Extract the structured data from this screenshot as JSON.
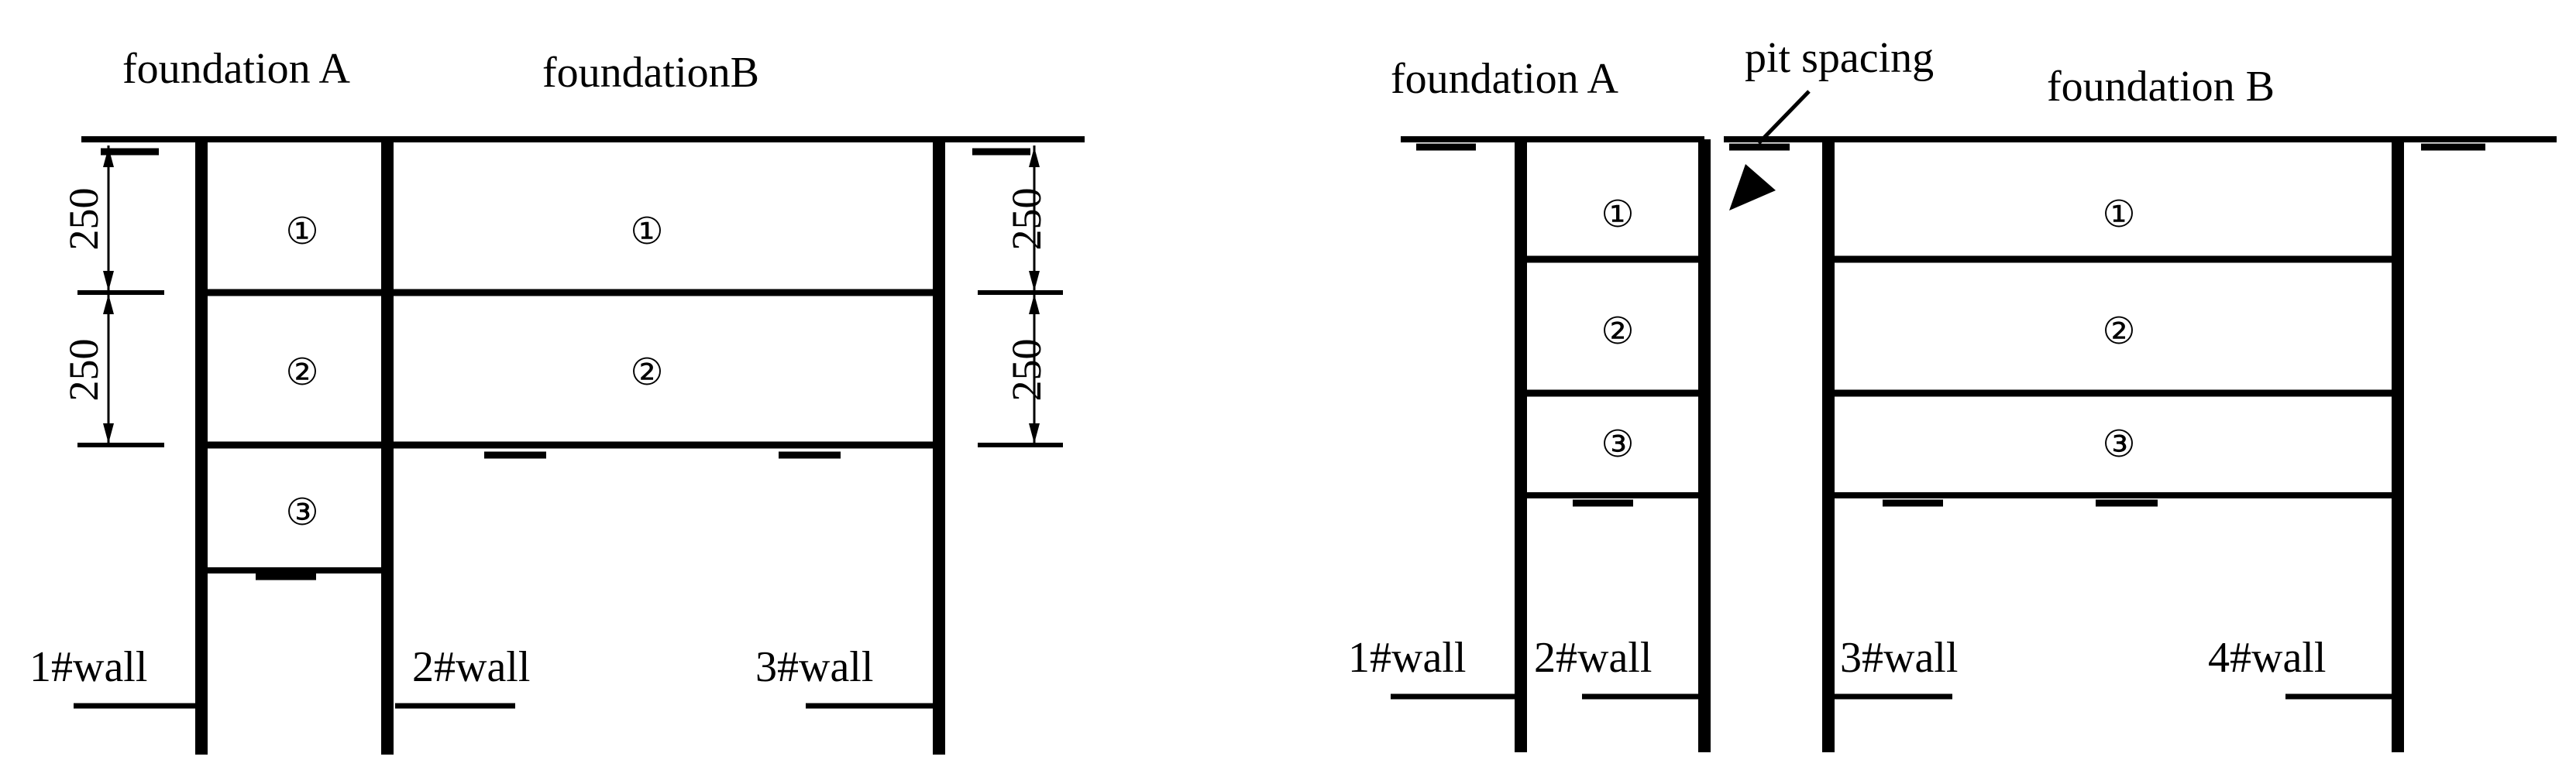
{
  "left_diagram": {
    "labels": {
      "foundation_a": "foundation A",
      "foundation_b": "foundationB"
    },
    "dimensions": {
      "left_upper": "250",
      "left_lower": "250",
      "right_upper": "250",
      "right_lower": "250"
    },
    "walls": {
      "wall_1": "1#wall",
      "wall_2": "2#wall",
      "wall_3": "3#wall"
    },
    "pit_a_layers": [
      "①",
      "②",
      "③"
    ],
    "pit_b_layers": [
      "①",
      "②"
    ]
  },
  "right_diagram": {
    "labels": {
      "foundation_a": "foundation A",
      "foundation_b": "foundation B",
      "pit_spacing": "pit spacing"
    },
    "walls": {
      "wall_1": "1#wall",
      "wall_2": "2#wall",
      "wall_3": "3#wall",
      "wall_4": "4#wall"
    },
    "pit_a_layers": [
      "①",
      "②",
      "③"
    ],
    "pit_b_layers": [
      "①",
      "②",
      "③"
    ]
  }
}
